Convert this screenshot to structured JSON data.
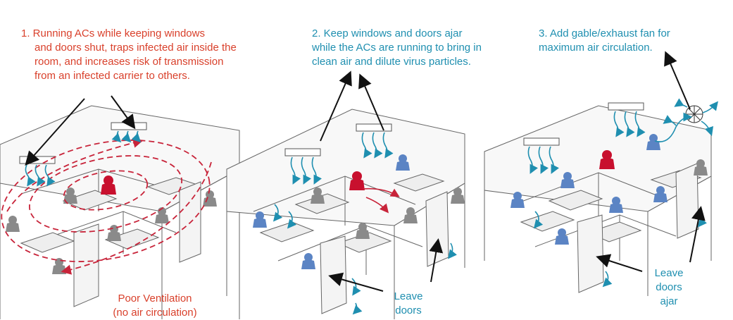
{
  "panels": [
    {
      "caption_lines": [
        "1. Running ACs while keeping windows",
        "and doors shut, traps infected air inside the",
        "room, and increases risk of transmission",
        "from an infected carrier to others."
      ],
      "label_lines": [
        "Poor Ventilation",
        "(no air circulation)"
      ],
      "color": "#d9402b"
    },
    {
      "caption_lines": [
        "2. Keep windows and doors ajar",
        "while the ACs are running to bring in",
        "clean air and dilute virus particles."
      ],
      "label_lines": [
        "Leave",
        "doors"
      ],
      "color": "#1f8fb0"
    },
    {
      "caption_lines": [
        "3. Add gable/exhaust fan for",
        "maximum air circulation."
      ],
      "label_lines": [
        "Leave",
        "doors",
        "ajar"
      ],
      "color": "#1f8fb0"
    }
  ],
  "colors": {
    "warning": "#d9402b",
    "fresh_air": "#1f8fb0",
    "infected_person": "#c8102e",
    "healthy_person": "#5b84c4",
    "neutral_person": "#8a8a8a",
    "linework": "#555555"
  }
}
